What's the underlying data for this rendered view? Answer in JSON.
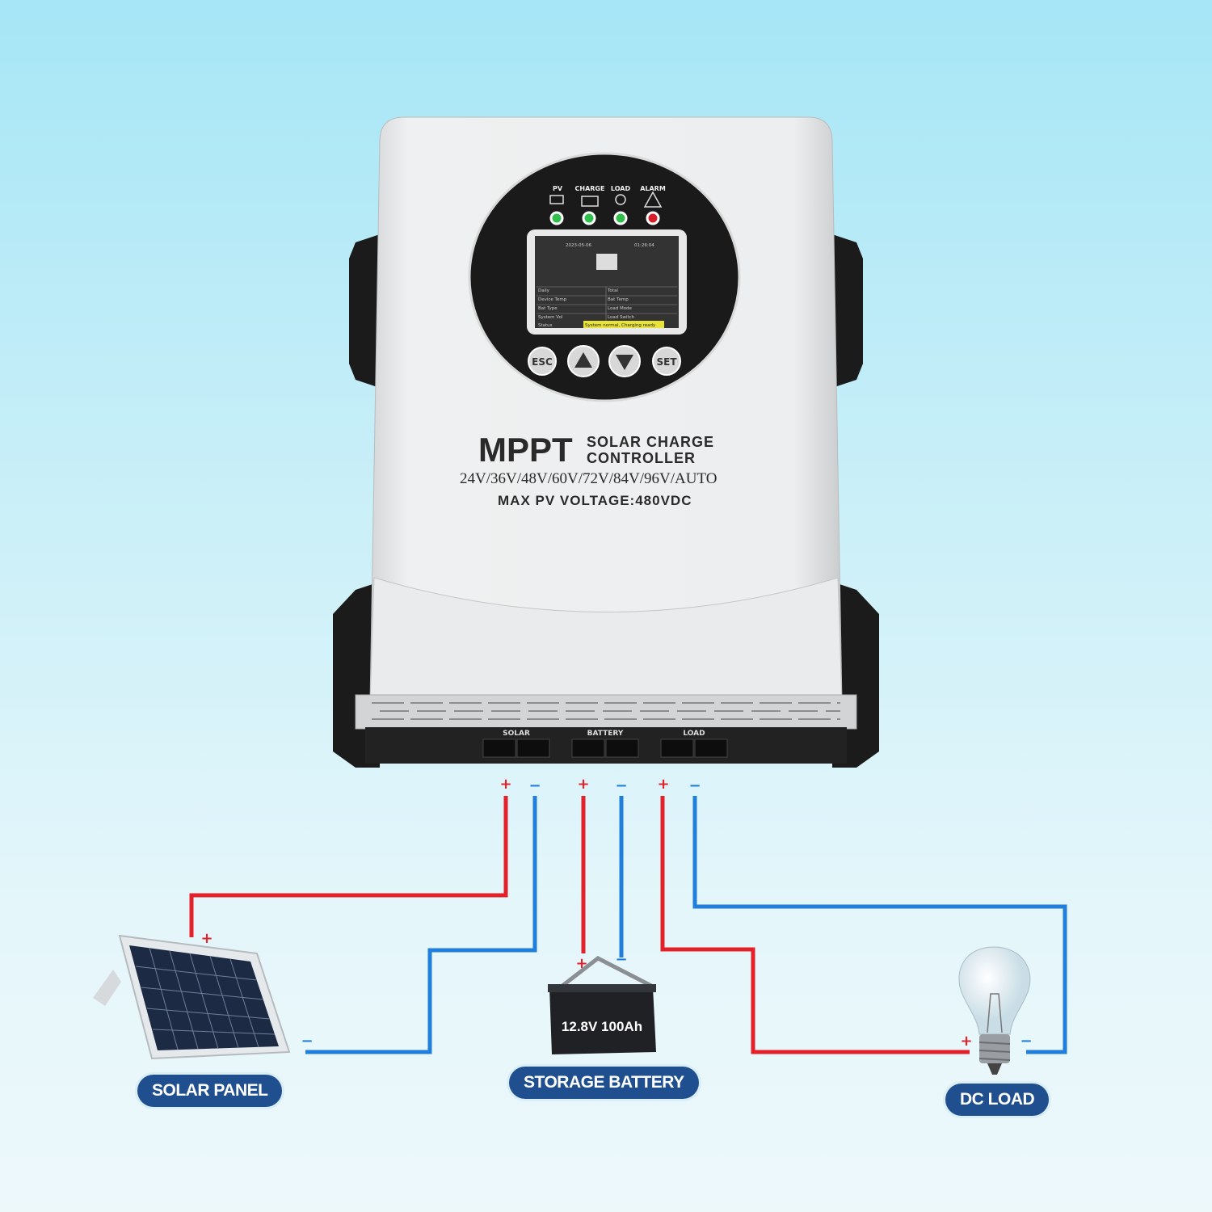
{
  "device": {
    "indicators": [
      {
        "label": "PV",
        "icon": "solar-panel-icon",
        "led_color": "#2fbf4a"
      },
      {
        "label": "CHARGE",
        "icon": "battery-icon",
        "led_color": "#2fbf4a"
      },
      {
        "label": "LOAD",
        "icon": "bulb-icon",
        "led_color": "#2fbf4a"
      },
      {
        "label": "ALARM",
        "icon": "warning-icon",
        "led_color": "#d81e2a"
      }
    ],
    "screen": {
      "date": "2023-05-06",
      "time": "01:26:04",
      "rows": [
        [
          "Daily",
          "Total"
        ],
        [
          "Device Temp",
          "Bat Temp"
        ],
        [
          "Bat Type",
          "Load Mode"
        ],
        [
          "System Vol",
          "Load Switch"
        ]
      ],
      "status_label": "Status",
      "status_text": "System normal, Charging ready"
    },
    "buttons": {
      "esc": "ESC",
      "set": "SET"
    },
    "title_big": "MPPT",
    "title_line1": "SOLAR CHARGE",
    "title_line2": "CONTROLLER",
    "voltages": "24V/36V/48V/60V/72V/84V/96V/AUTO",
    "max_pv": "MAX PV VOLTAGE:480VDC",
    "terminals": [
      "SOLAR",
      "BATTERY",
      "LOAD"
    ]
  },
  "polarity": {
    "plus": "+",
    "minus": "−"
  },
  "colors": {
    "positive_wire": "#e3212a",
    "negative_wire": "#1f7fdb",
    "label_bg": "#1f4f8e"
  },
  "battery": {
    "rating": "12.8V 100Ah"
  },
  "labels": {
    "solar_panel": "SOLAR PANEL",
    "storage_battery": "STORAGE BATTERY",
    "dc_load": "DC LOAD"
  }
}
